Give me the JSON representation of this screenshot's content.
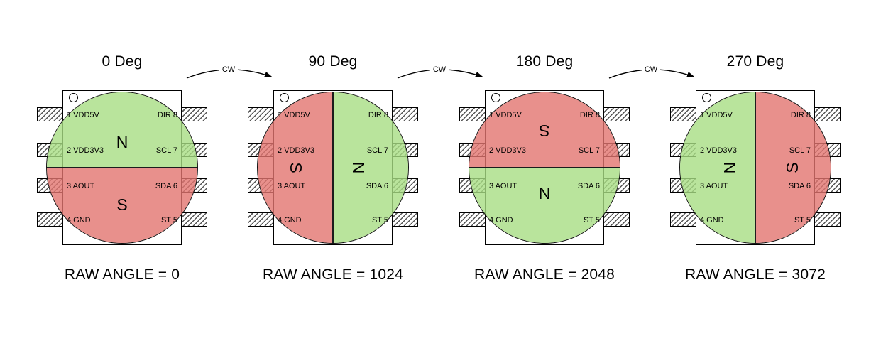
{
  "diagram": {
    "background": "#ffffff",
    "colors": {
      "north": "#a7dd83",
      "south": "#e2746f",
      "outline": "#000000"
    },
    "cw_label": "CW",
    "chip": {
      "left_pins": [
        "1 VDD5V",
        "2 VDD3V3",
        "3 AOUT",
        "4 GND"
      ],
      "right_pins": [
        "DIR 8",
        "SCL 7",
        "SDA 6",
        "ST 5"
      ]
    },
    "units": [
      {
        "title": "0 Deg",
        "caption": "RAW ANGLE = 0",
        "rotation_deg": 0,
        "north_label": "N",
        "south_label": "S"
      },
      {
        "title": "90 Deg",
        "caption": "RAW ANGLE = 1024",
        "rotation_deg": 90,
        "north_label": "N",
        "south_label": "S"
      },
      {
        "title": "180 Deg",
        "caption": "RAW ANGLE = 2048",
        "rotation_deg": 180,
        "north_label": "N",
        "south_label": "S"
      },
      {
        "title": "270 Deg",
        "caption": "RAW ANGLE = 3072",
        "rotation_deg": 270,
        "north_label": "N",
        "south_label": "S"
      }
    ]
  }
}
